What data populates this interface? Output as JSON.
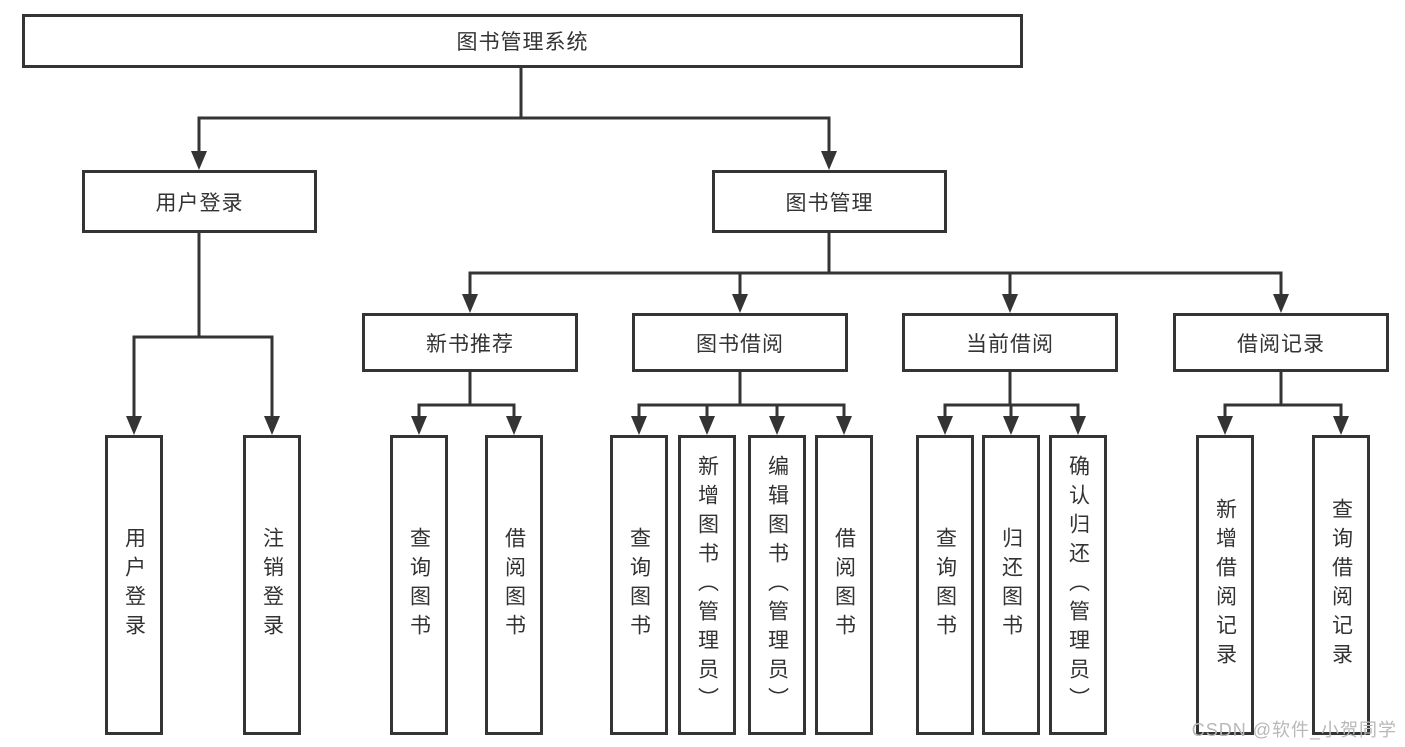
{
  "tree": {
    "label": "图书管理系统",
    "children": [
      {
        "label": "用户登录",
        "children": [
          {
            "label": "用户登录"
          },
          {
            "label": "注销登录"
          }
        ]
      },
      {
        "label": "图书管理",
        "children": [
          {
            "label": "新书推荐",
            "children": [
              {
                "label": "查询图书"
              },
              {
                "label": "借阅图书"
              }
            ]
          },
          {
            "label": "图书借阅",
            "children": [
              {
                "label": "查询图书"
              },
              {
                "label": "新增图书（管理员）"
              },
              {
                "label": "编辑图书（管理员）"
              },
              {
                "label": "借阅图书"
              }
            ]
          },
          {
            "label": "当前借阅",
            "children": [
              {
                "label": "查询图书"
              },
              {
                "label": "归还图书"
              },
              {
                "label": "确认归还（管理员）"
              }
            ]
          },
          {
            "label": "借阅记录",
            "children": [
              {
                "label": "新增借阅记录"
              },
              {
                "label": "查询借阅记录"
              }
            ]
          }
        ]
      }
    ]
  },
  "watermark": {
    "text": "CSDN @软件_小贺同学"
  },
  "colors": {
    "line": "#343434",
    "text": "#333333",
    "background": "#ffffff",
    "watermark": "#b8b8b8"
  }
}
